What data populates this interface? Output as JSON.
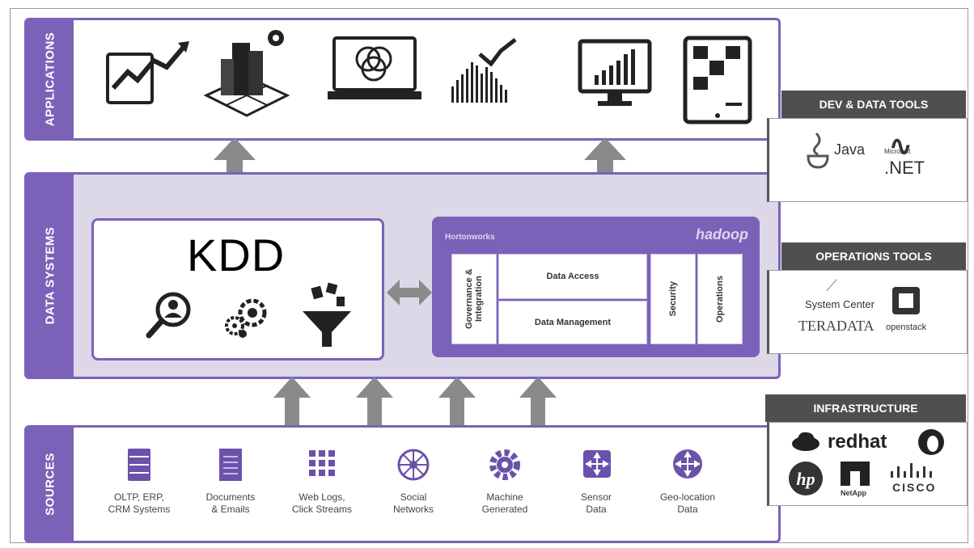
{
  "bands": {
    "applications": "APPLICATIONS",
    "data_systems": "DATA SYSTEMS",
    "sources": "SOURCES"
  },
  "kdd": {
    "title": "KDD"
  },
  "hadoop": {
    "vendor": "Hortonworks",
    "brand": "hadoop",
    "governance": "Governance & Integration",
    "data_access": "Data Access",
    "data_management": "Data Management",
    "security": "Security",
    "operations": "Operations"
  },
  "sources": [
    {
      "label1": "OLTP, ERP,",
      "label2": "CRM Systems",
      "icon": "server-icon"
    },
    {
      "label1": "Documents",
      "label2": "& Emails",
      "icon": "document-icon"
    },
    {
      "label1": "Web Logs,",
      "label2": "Click Streams",
      "icon": "grid-icon"
    },
    {
      "label1": "Social",
      "label2": "Networks",
      "icon": "network-icon"
    },
    {
      "label1": "Machine",
      "label2": "Generated",
      "icon": "gear-icon"
    },
    {
      "label1": "Sensor",
      "label2": "Data",
      "icon": "sensor-icon"
    },
    {
      "label1": "Geo-location",
      "label2": "Data",
      "icon": "geo-icon"
    }
  ],
  "side": {
    "dev_title": "DEV & DATA TOOLS",
    "java": "Java",
    "microsoft": "Microsoft",
    "net": ".NET",
    "ops_title": "OPERATIONS TOOLS",
    "system_center": "System Center",
    "teradata": "TERADATA",
    "openstack": "openstack",
    "infra_title": "INFRASTRUCTURE",
    "redhat": "redhat",
    "hp": "hp",
    "netapp": "NetApp",
    "cisco": "CISCO"
  },
  "colors": {
    "purple": "#7b62b8",
    "lavender": "#dcd8e8",
    "arrow_gray": "#8a8a8a",
    "dark_side": "#4f4f4f"
  }
}
